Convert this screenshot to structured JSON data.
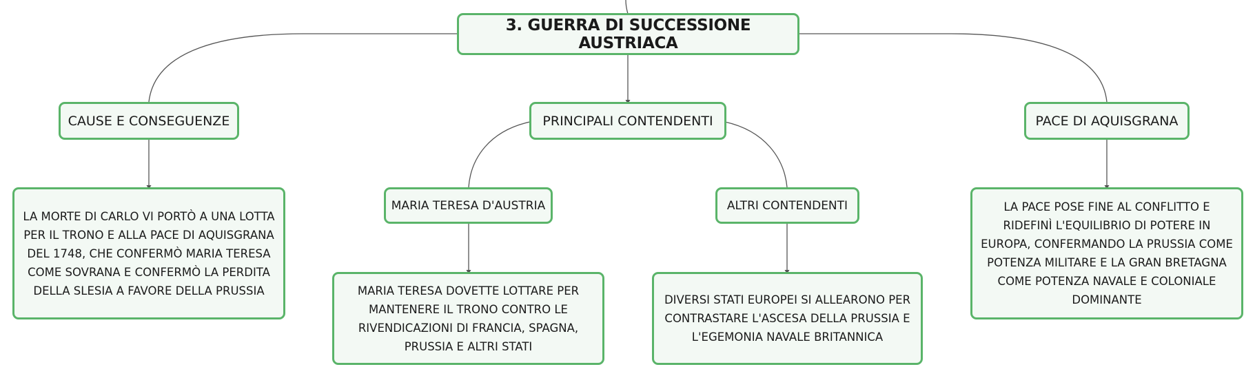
{
  "root": {
    "label": "3. GUERRA DI SUCCESSIONE AUSTRIACA"
  },
  "topics": {
    "cause": {
      "label": "CAUSE E CONSEGUENZE",
      "detail": "LA MORTE DI CARLO VI PORTÒ A UNA LOTTA PER IL TRONO E ALLA PACE DI AQUISGRANA DEL 1748, CHE CONFERMÒ MARIA TERESA COME SOVRANA E CONFERMÒ LA PERDITA DELLA SLESIA A FAVORE DELLA PRUSSIA"
    },
    "contendenti": {
      "label": "PRINCIPALI CONTENDENTI",
      "maria": {
        "label": "MARIA TERESA D'AUSTRIA",
        "detail": "MARIA TERESA DOVETTE LOTTARE PER MANTENERE IL TRONO CONTRO LE RIVENDICAZIONI DI FRANCIA, SPAGNA, PRUSSIA E ALTRI STATI"
      },
      "altri": {
        "label": "ALTRI CONTENDENTI",
        "detail": "DIVERSI STATI EUROPEI SI ALLEARONO PER CONTRASTARE L'ASCESA DELLA PRUSSIA E L'EGEMONIA NAVALE BRITANNICA"
      }
    },
    "pace": {
      "label": "PACE DI AQUISGRANA",
      "detail": "LA PACE POSE FINE AL CONFLITTO E RIDEFINÌ L'EQUILIBRIO DI POTERE IN EUROPA, CONFERMANDO LA PRUSSIA COME POTENZA MILITARE E LA GRAN BRETAGNA COME POTENZA NAVALE E COLONIALE DOMINANTE"
    }
  },
  "colors": {
    "border": "#5ab469",
    "fill": "#f3f9f4",
    "line": "#555555"
  }
}
